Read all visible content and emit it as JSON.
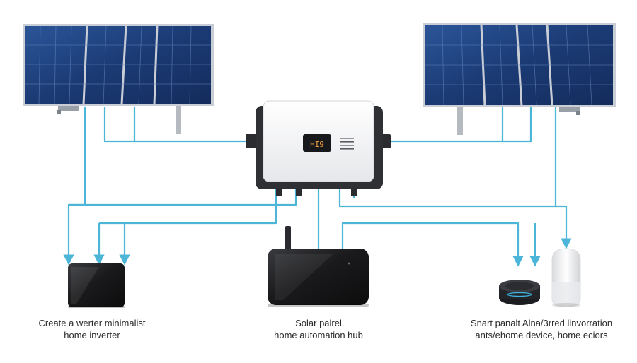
{
  "inverter": {
    "display_value": "HI9",
    "brand_color": "#f4f4f4",
    "display_color": "#f2a23a"
  },
  "colors": {
    "wire": "#4db6d8",
    "panel": "#1c3e7a",
    "panel_frame": "#c9ced6",
    "device_dark": "#1c1c1e"
  },
  "captions": {
    "left": {
      "line1": "Create a werter minimalist",
      "line2": "home inverter"
    },
    "center": {
      "line1": "Solar palrel",
      "line2": "home automation hub"
    },
    "right": {
      "line1": "Snart panalt Alna/3rred linvorration",
      "line2": "ants/ehome device, home eciors"
    }
  },
  "icons": {
    "left_panel": "solar-panel-icon",
    "right_panel": "solar-panel-icon",
    "left_device": "inverter-device-icon",
    "center_device": "automation-hub-icon",
    "smart_speaker": "smart-speaker-icon",
    "smart_home_hub": "smart-home-hub-icon"
  }
}
